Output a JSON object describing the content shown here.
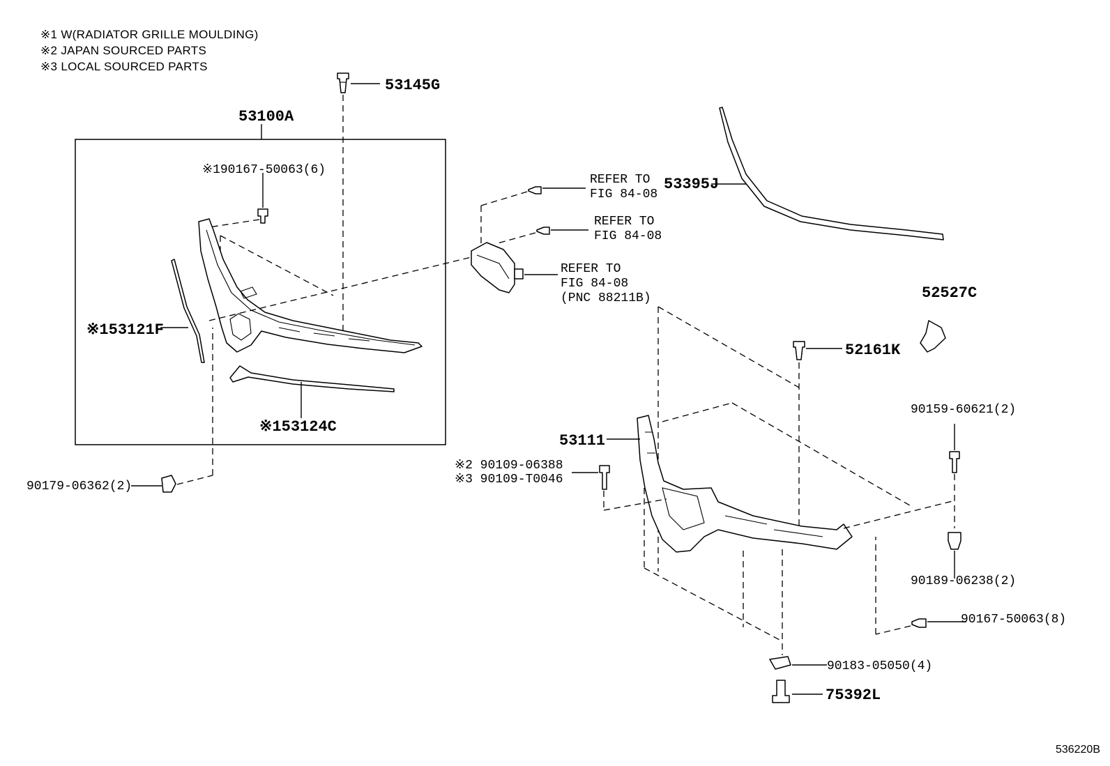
{
  "notes": [
    "※1 W(RADIATOR GRILLE MOULDING)",
    "※2 JAPAN SOURCED PARTS",
    "※3 LOCAL SOURCED PARTS"
  ],
  "labels": {
    "p53145G": "53145G",
    "p53100A": "53100A",
    "p90167_50063_6": "※190167-50063(6)",
    "p53121F": "※153121F",
    "p53124C": "※153124C",
    "p90179": "90179-06362(2)",
    "refer1_a": "REFER TO",
    "refer1_b": "FIG 84-08",
    "refer2_a": "REFER TO",
    "refer2_b": "FIG 84-08",
    "refer3_a": "REFER TO",
    "refer3_b": "FIG 84-08",
    "refer3_c": "(PNC 88211B)",
    "p53395J": "53395J",
    "p52527C": "52527C",
    "p52161K": "52161K",
    "p90159": "90159-60621(2)",
    "p53111": "53111",
    "p90109_06388": "※2 90109-06388",
    "p90109_T0046": "※3 90109-T0046",
    "p90189": "90189-06238(2)",
    "p90167_50063_8": "90167-50063(8)",
    "p90183": "90183-05050(4)",
    "p75392L": "75392L"
  },
  "figure_id": "536220B"
}
